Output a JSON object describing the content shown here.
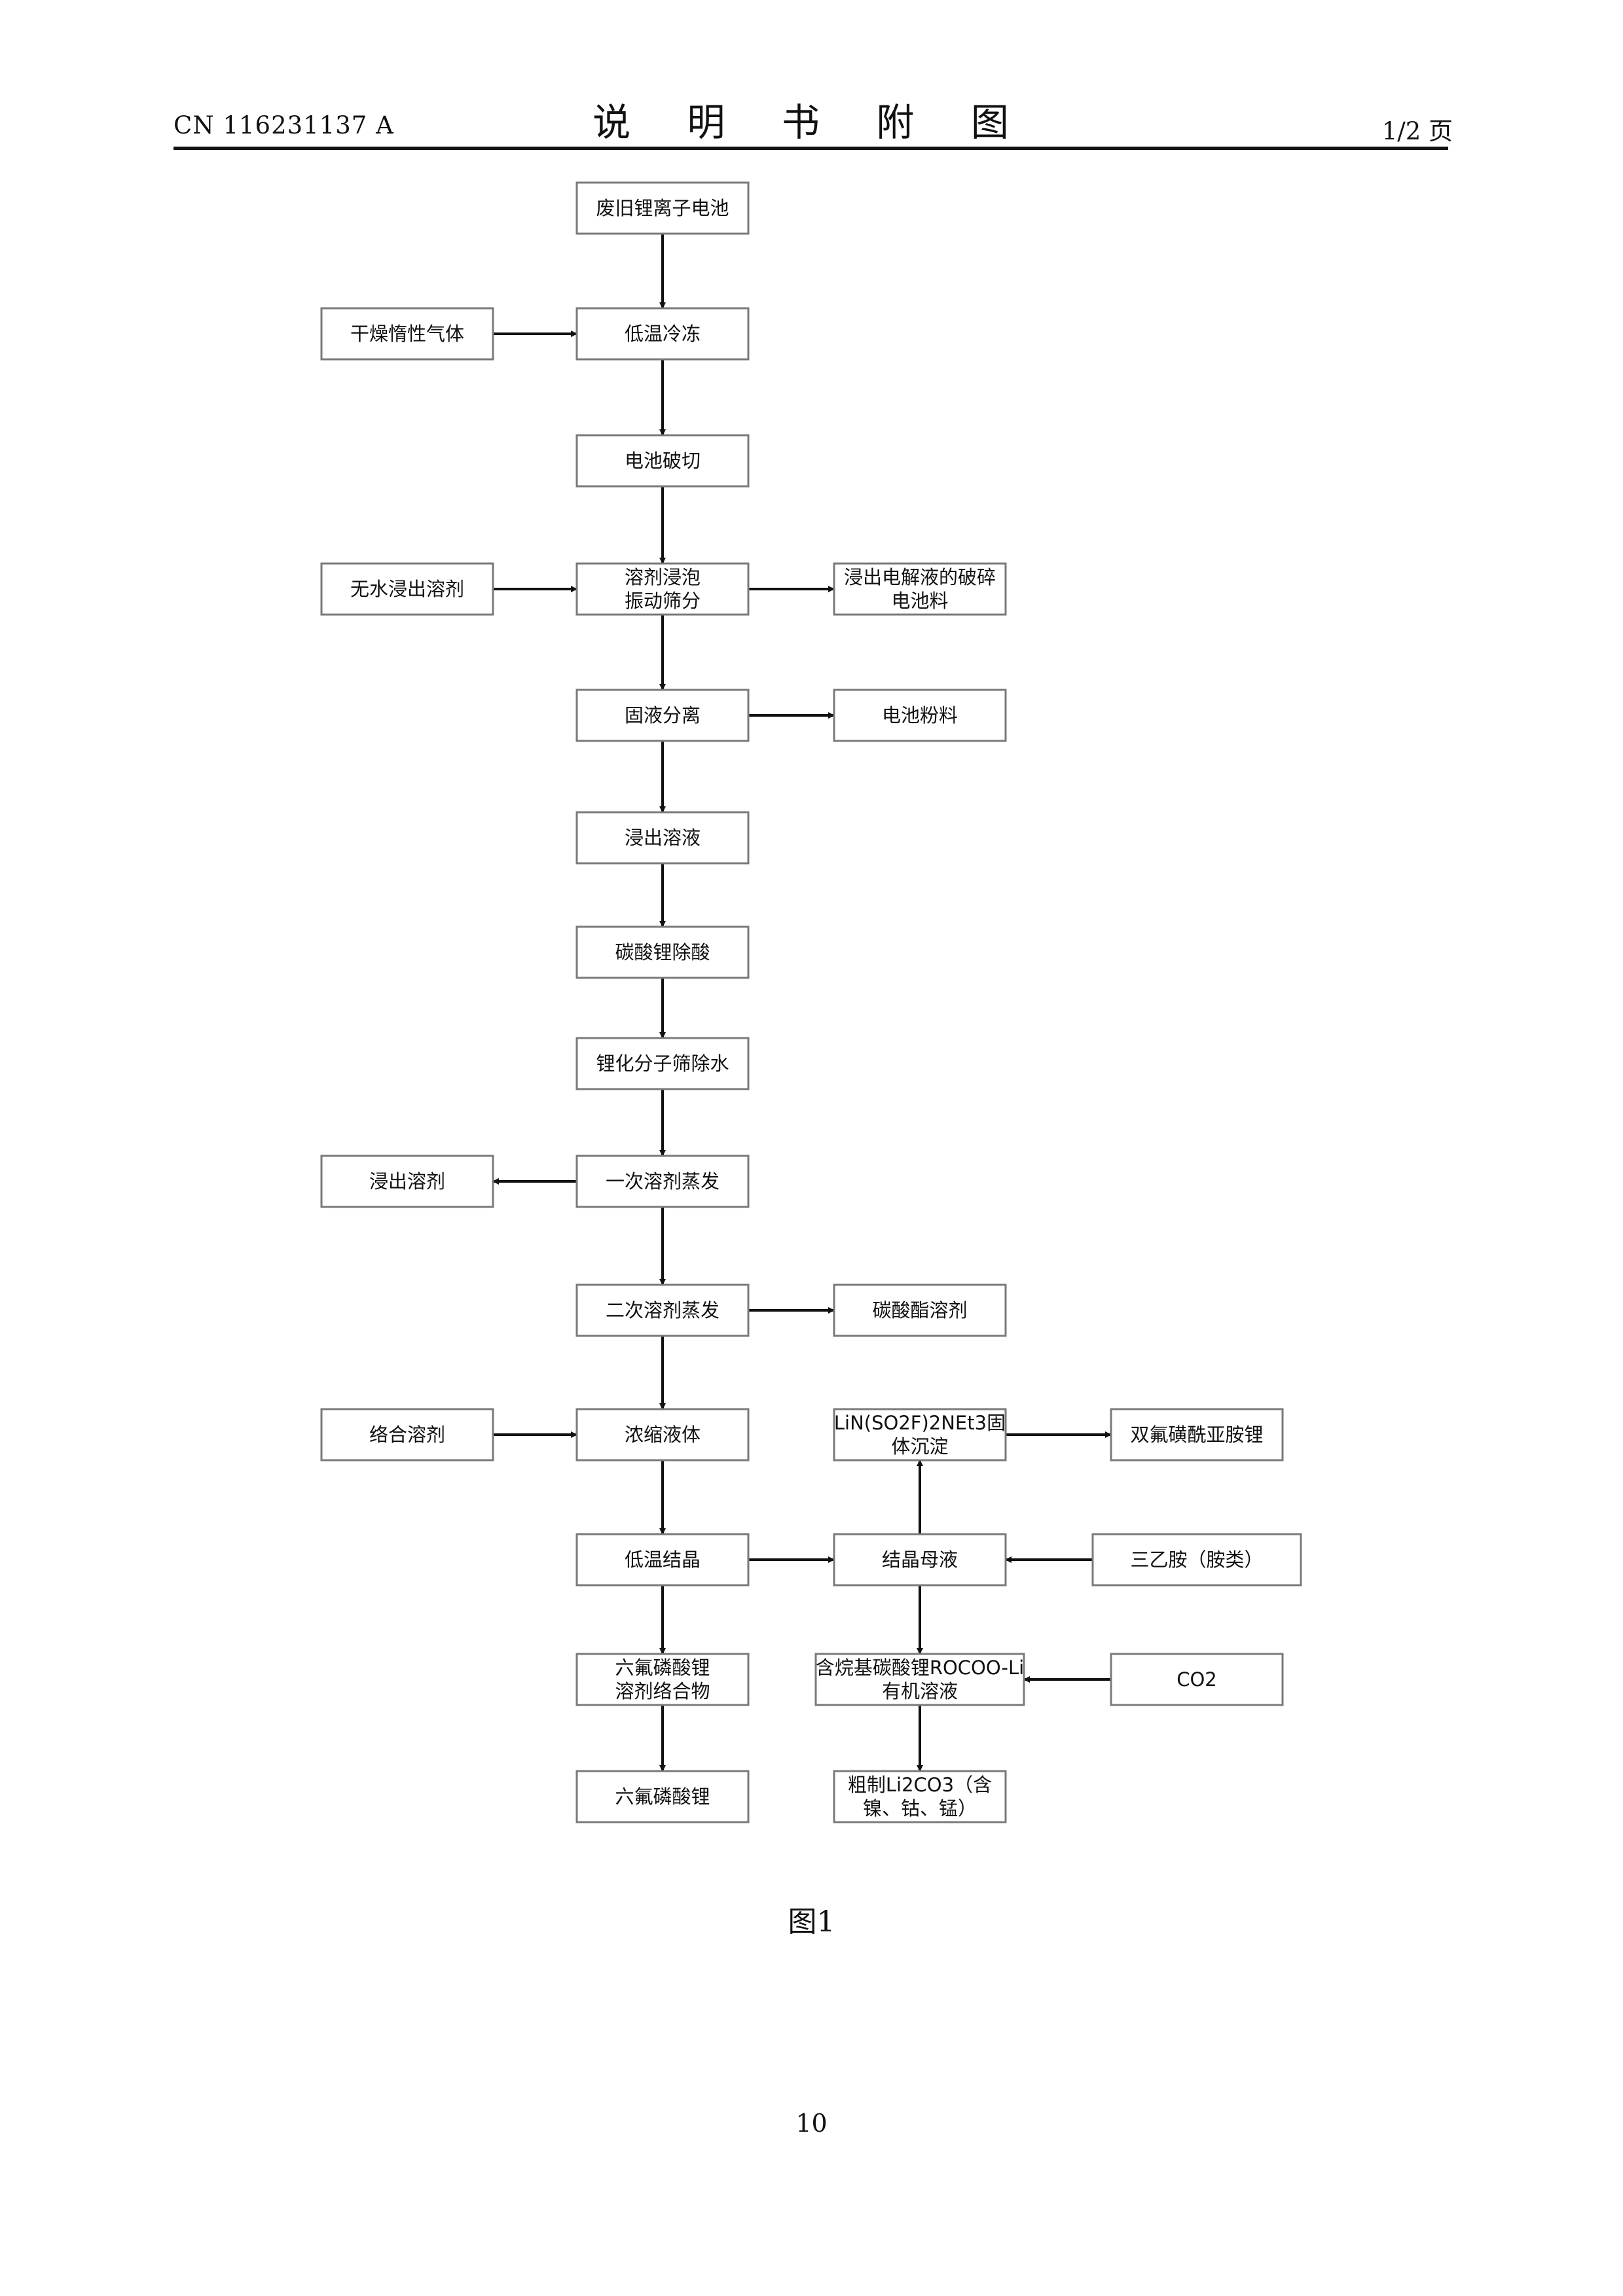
{
  "header": {
    "doc_number": "CN 116231137 A",
    "title": "说 明 书 附 图",
    "page_count": "1/2 页"
  },
  "figure_caption": "图1",
  "page_number": "10",
  "flowchart": {
    "nodes": [
      {
        "id": "n1",
        "lines": [
          "废旧锂离子电池"
        ]
      },
      {
        "id": "n2",
        "lines": [
          "干燥惰性气体"
        ]
      },
      {
        "id": "n3",
        "lines": [
          "低温冷冻"
        ]
      },
      {
        "id": "n4",
        "lines": [
          "电池破切"
        ]
      },
      {
        "id": "n5",
        "lines": [
          "无水浸出溶剂"
        ]
      },
      {
        "id": "n6",
        "lines": [
          "溶剂浸泡",
          "振动筛分"
        ]
      },
      {
        "id": "n7",
        "lines": [
          "浸出电解液的破碎",
          "电池料"
        ]
      },
      {
        "id": "n8",
        "lines": [
          "固液分离"
        ]
      },
      {
        "id": "n9",
        "lines": [
          "电池粉料"
        ]
      },
      {
        "id": "n10",
        "lines": [
          "浸出溶液"
        ]
      },
      {
        "id": "n11",
        "lines": [
          "碳酸锂除酸"
        ]
      },
      {
        "id": "n12",
        "lines": [
          "锂化分子筛除水"
        ]
      },
      {
        "id": "n13",
        "lines": [
          "浸出溶剂"
        ]
      },
      {
        "id": "n14",
        "lines": [
          "一次溶剂蒸发"
        ]
      },
      {
        "id": "n15",
        "lines": [
          "二次溶剂蒸发"
        ]
      },
      {
        "id": "n16",
        "lines": [
          "碳酸酯溶剂"
        ]
      },
      {
        "id": "n17",
        "lines": [
          "络合溶剂"
        ]
      },
      {
        "id": "n18",
        "lines": [
          "浓缩液体"
        ]
      },
      {
        "id": "n19",
        "lines": [
          "LiN(SO2F)2NEt3固",
          "体沉淀"
        ]
      },
      {
        "id": "n20",
        "lines": [
          "双氟磺酰亚胺锂"
        ]
      },
      {
        "id": "n21",
        "lines": [
          "低温结晶"
        ]
      },
      {
        "id": "n22",
        "lines": [
          "结晶母液"
        ]
      },
      {
        "id": "n23",
        "lines": [
          "三乙胺（胺类）"
        ]
      },
      {
        "id": "n24",
        "lines": [
          "六氟磷酸锂",
          "溶剂络合物"
        ]
      },
      {
        "id": "n25",
        "lines": [
          "含烷基碳酸锂ROCOO-Li",
          "有机溶液"
        ]
      },
      {
        "id": "n26",
        "lines": [
          "CO2"
        ]
      },
      {
        "id": "n27",
        "lines": [
          "六氟磷酸锂"
        ]
      },
      {
        "id": "n28",
        "lines": [
          "粗制Li2CO3（含",
          "镍、钴、锰）"
        ]
      }
    ],
    "edges": [
      {
        "from": "n1",
        "to": "n3"
      },
      {
        "from": "n2",
        "to": "n3"
      },
      {
        "from": "n3",
        "to": "n4"
      },
      {
        "from": "n4",
        "to": "n6"
      },
      {
        "from": "n5",
        "to": "n6"
      },
      {
        "from": "n6",
        "to": "n7"
      },
      {
        "from": "n6",
        "to": "n8"
      },
      {
        "from": "n8",
        "to": "n9"
      },
      {
        "from": "n8",
        "to": "n10"
      },
      {
        "from": "n10",
        "to": "n11"
      },
      {
        "from": "n11",
        "to": "n12"
      },
      {
        "from": "n12",
        "to": "n14"
      },
      {
        "from": "n14",
        "to": "n13"
      },
      {
        "from": "n14",
        "to": "n15"
      },
      {
        "from": "n15",
        "to": "n16"
      },
      {
        "from": "n15",
        "to": "n18"
      },
      {
        "from": "n17",
        "to": "n18"
      },
      {
        "from": "n18",
        "to": "n21"
      },
      {
        "from": "n21",
        "to": "n22"
      },
      {
        "from": "n21",
        "to": "n24"
      },
      {
        "from": "n22",
        "to": "n19"
      },
      {
        "from": "n23",
        "to": "n22"
      },
      {
        "from": "n19",
        "to": "n20"
      },
      {
        "from": "n22",
        "to": "n25"
      },
      {
        "from": "n26",
        "to": "n25"
      },
      {
        "from": "n24",
        "to": "n27"
      },
      {
        "from": "n25",
        "to": "n28"
      }
    ]
  }
}
